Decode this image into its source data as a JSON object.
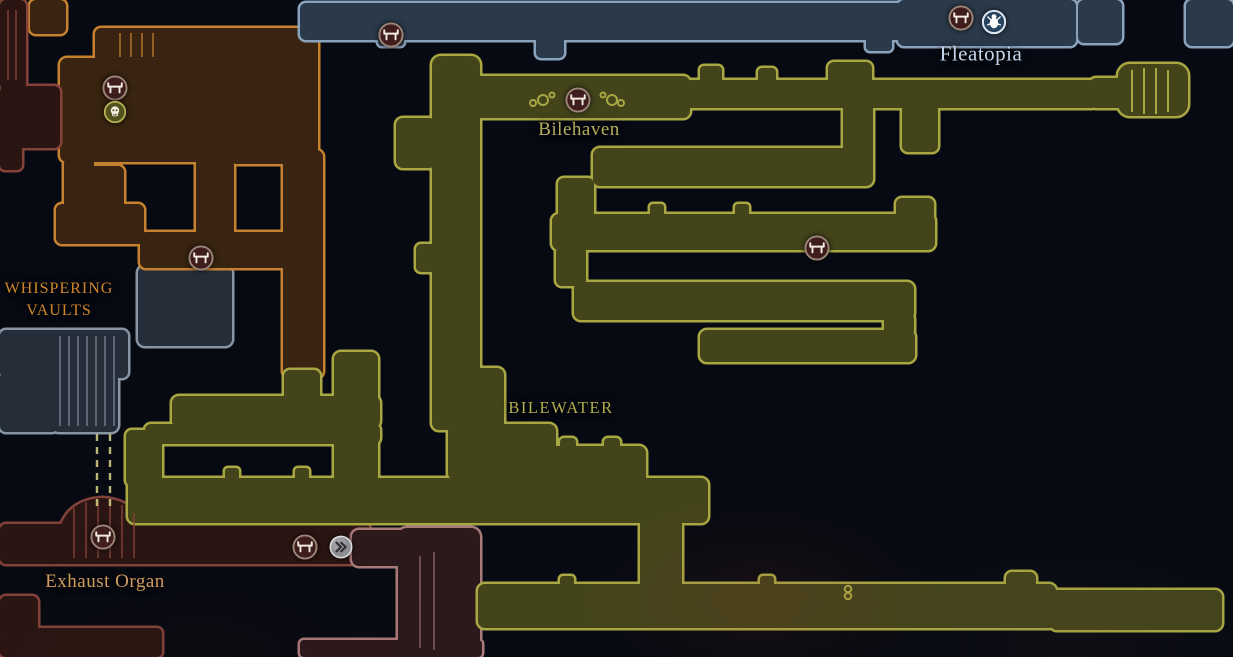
{
  "map": {
    "labels": {
      "fleatopia": "Fleatopia",
      "bilehaven": "Bilehaven",
      "bilewater": "BILEWATER",
      "whispering_vaults_line1": "WHISPERING",
      "whispering_vaults_line2": "VAULTS",
      "exhaust_organ": "Exhaust Organ"
    },
    "colors": {
      "background": "#070a12",
      "labels": {
        "fleatopia": "#c4d6ec",
        "bilehaven": "#b5ae62",
        "bilewater": "#b1ac4e",
        "whispering_vaults": "#d0872c",
        "exhaust_organ": "#d4a063"
      },
      "regions": {
        "fleatopia": {
          "stroke": "#8aa3bd",
          "fill": "#2b3a4b"
        },
        "bilewater": {
          "stroke": "#a8a743",
          "fill": "#44441b"
        },
        "whispering_vaults": {
          "stroke": "#c5812f",
          "fill": "#382410"
        },
        "gray_vaults": {
          "stroke": "#8794a3",
          "fill": "#252d39"
        },
        "exhaust_organ": {
          "stroke": "#83423a",
          "fill": "#2a1512"
        },
        "rose_passage": {
          "stroke": "#a87a7a",
          "fill": "#2c191c"
        }
      },
      "icons": {
        "bench": {
          "ring": "#9b8577",
          "fill": "#3f1d1d",
          "glyph": "#f2ece4"
        },
        "flea": {
          "ring": "#dce7f3",
          "fill": "#26425f",
          "glyph": "#ffffff"
        },
        "skull": {
          "ring": "#b9b457",
          "fill": "#52521e",
          "glyph": "#f2efe2"
        },
        "fast_travel": {
          "ring": "#e0e0e0",
          "fill": "#8f9094",
          "glyph": "#2f3033"
        }
      },
      "misc": {
        "dashes": "#cfc87e"
      }
    },
    "markers": [
      {
        "name": "bench-fleatopia-west",
        "icon": "bench-icon"
      },
      {
        "name": "bench-fleatopia",
        "icon": "bench-icon"
      },
      {
        "name": "flea-fleatopia",
        "icon": "flea-icon"
      },
      {
        "name": "bench-bilehaven",
        "icon": "bench-icon"
      },
      {
        "name": "bench-whispering-vaults-upper",
        "icon": "bench-icon"
      },
      {
        "name": "collectible-whispering-vaults",
        "icon": "skull-icon"
      },
      {
        "name": "bench-whispering-vaults-lower",
        "icon": "bench-icon"
      },
      {
        "name": "bench-bilewater",
        "icon": "bench-icon"
      },
      {
        "name": "bench-exhaust-organ",
        "icon": "bench-icon"
      },
      {
        "name": "bench-bilewater-southwest",
        "icon": "bench-icon"
      },
      {
        "name": "fast-travel-bilewater-southwest",
        "icon": "fast-travel-icon"
      },
      {
        "name": "map-pin-bilewater-south",
        "icon": "pin-icon"
      }
    ]
  }
}
